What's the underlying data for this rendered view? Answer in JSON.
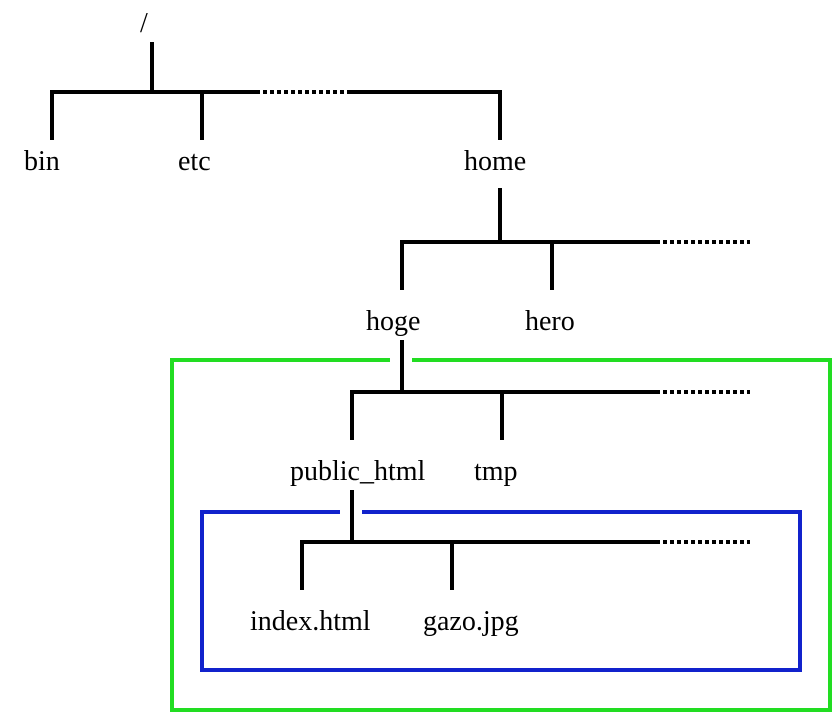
{
  "diagram": {
    "root_label": "/",
    "root_children": [
      "bin",
      "etc",
      "home"
    ],
    "home_children": [
      "hoge",
      "hero"
    ],
    "hoge_children": [
      "public_html",
      "tmp"
    ],
    "public_html_children": [
      "index.html",
      "gazo.jpg"
    ]
  },
  "colors": {
    "tree_lines": "#000000",
    "home_directory_box": "#22dd22",
    "public_html_box": "#1122cc"
  }
}
